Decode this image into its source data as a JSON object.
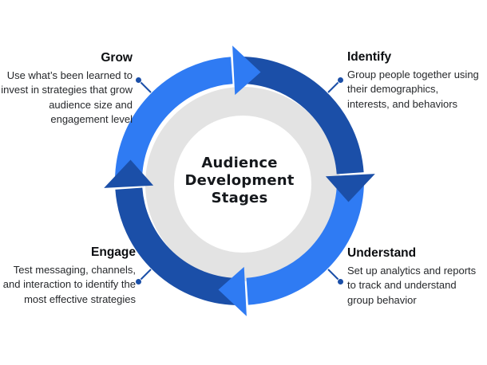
{
  "diagram": {
    "center_title": {
      "text": "Audience Development Stages",
      "lines": [
        "Audience",
        "Development",
        "Stages"
      ]
    },
    "stages": [
      {
        "name": "Grow",
        "position": "top-left",
        "description": "Use what’s been learned to invest in strategies that grow audience size and engagement level",
        "lines": [
          "Use what’s been learned to",
          "invest in strategies that grow",
          "audience size and",
          "engagement level"
        ]
      },
      {
        "name": "Identify",
        "position": "top-right",
        "description": "Group people together using their demographics, interests, and behaviors",
        "lines": [
          "Group people together using",
          "their demographics,",
          "interests, and behaviors"
        ]
      },
      {
        "name": "Engage",
        "position": "bottom-left",
        "description": "Test messaging, channels, and interaction to identify the most effective strategies",
        "lines": [
          "Test messaging, channels,",
          "and interaction to identify the",
          "most effective strategies"
        ]
      },
      {
        "name": "Understand",
        "position": "bottom-right",
        "description": "Set up analytics and reports to track and understand group behavior",
        "lines": [
          "Set up analytics and reports",
          "to track and understand",
          "group behavior"
        ]
      }
    ],
    "cycle_direction": "clockwise",
    "colors": {
      "light_blue": "#2F7BF3",
      "navy": "#1B4FA8",
      "gray_ring": "#E3E3E3",
      "text": "#15181C",
      "background": "#FFFFFF"
    }
  }
}
